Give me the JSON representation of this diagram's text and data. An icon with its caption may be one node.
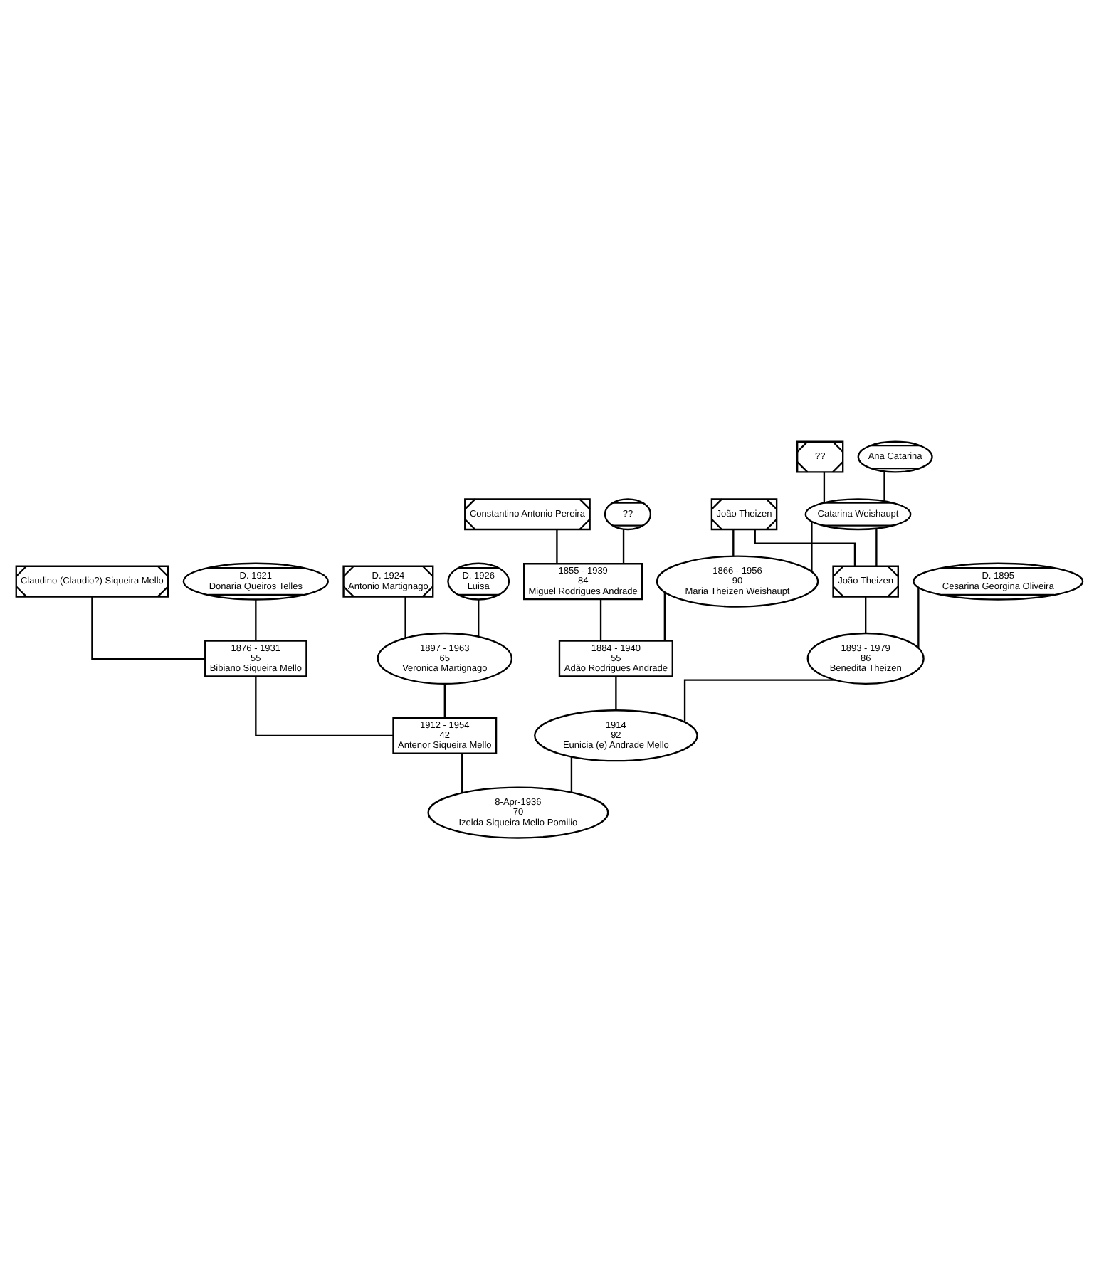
{
  "diagram": {
    "nodes": [
      {
        "text": [
          "??"
        ]
      },
      {
        "text": [
          "Ana Catarina"
        ]
      },
      {
        "text": [
          "Constantino Antonio Pereira"
        ]
      },
      {
        "text": [
          "??"
        ]
      },
      {
        "text": [
          "João Theizen"
        ]
      },
      {
        "text": [
          "Catarina Weishaupt"
        ]
      },
      {
        "text": [
          "Claudino (Claudio?) Siqueira Mello"
        ]
      },
      {
        "text": [
          "D. 1921",
          "Donaria Queiros Telles"
        ]
      },
      {
        "text": [
          "D. 1924",
          "Antonio Martignago"
        ]
      },
      {
        "text": [
          "D. 1926",
          "Luisa"
        ]
      },
      {
        "text": [
          "1855 - 1939",
          "84",
          "Miguel Rodrigues Andrade"
        ]
      },
      {
        "text": [
          "1866 - 1956",
          "90",
          "Maria Theizen Weishaupt"
        ]
      },
      {
        "text": [
          "João Theizen"
        ]
      },
      {
        "text": [
          "D. 1895",
          "Cesarina Georgina Oliveira"
        ]
      },
      {
        "text": [
          "1876 - 1931",
          "55",
          "Bibiano Siqueira Mello"
        ]
      },
      {
        "text": [
          "1897 - 1963",
          "65",
          "Veronica Martignago"
        ]
      },
      {
        "text": [
          "1884 - 1940",
          "55",
          "Adão Rodrigues Andrade"
        ]
      },
      {
        "text": [
          "1893 - 1979",
          "86",
          "Benedita Theizen"
        ]
      },
      {
        "text": [
          "1912 - 1954",
          "42",
          "Antenor Siqueira Mello"
        ]
      },
      {
        "text": [
          "1914",
          "92",
          "Eunicia (e) Andrade Mello"
        ]
      },
      {
        "text": [
          "8-Apr-1936",
          "70",
          "Izelda Siqueira Mello Pomilio"
        ]
      }
    ],
    "edges": [
      {
        "from": 0,
        "to": 5,
        "arrow": "none"
      },
      {
        "from": 1,
        "to": 5,
        "arrow": "none"
      },
      {
        "from": 2,
        "to": 10,
        "arrow": "none"
      },
      {
        "from": 3,
        "to": 10,
        "arrow": "none"
      },
      {
        "from": 4,
        "to": 11,
        "arrow": "none"
      },
      {
        "from": 5,
        "to": 11,
        "arrow": "none"
      },
      {
        "from": 4,
        "to": 12,
        "arrow": "none"
      },
      {
        "from": 5,
        "to": 12,
        "arrow": "none"
      },
      {
        "from": 6,
        "to": 14,
        "arrow": "none"
      },
      {
        "from": 7,
        "to": 14,
        "arrow": "none"
      },
      {
        "from": 8,
        "to": 15,
        "arrow": "none"
      },
      {
        "from": 9,
        "to": 15,
        "arrow": "none"
      },
      {
        "from": 10,
        "to": 16,
        "arrow": "none"
      },
      {
        "from": 11,
        "to": 16,
        "arrow": "none"
      },
      {
        "from": 12,
        "to": 17,
        "arrow": "none"
      },
      {
        "from": 13,
        "to": 17,
        "arrow": "none"
      },
      {
        "from": 14,
        "to": 18,
        "arrow": "none"
      },
      {
        "from": 15,
        "to": 18,
        "arrow": "none"
      },
      {
        "from": 16,
        "to": 19,
        "arrow": "none"
      },
      {
        "from": 17,
        "to": 19,
        "arrow": "none"
      },
      {
        "from": 18,
        "to": 20,
        "arrow": "none"
      },
      {
        "from": 19,
        "to": 20,
        "arrow": "none"
      }
    ]
  }
}
